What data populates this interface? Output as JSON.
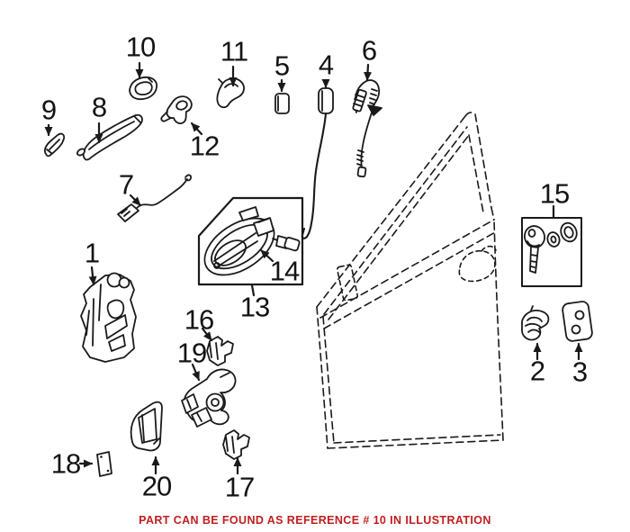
{
  "diagram": {
    "background_color": "#ffffff",
    "line_color": "#1a1a1a",
    "accent_red": "#c01e1e",
    "refs": {
      "r1": "1",
      "r2": "2",
      "r3": "3",
      "r4": "4",
      "r5": "5",
      "r6": "6",
      "r7": "7",
      "r8": "8",
      "r9": "9",
      "r10": "10",
      "r11": "11",
      "r12": "12",
      "r13": "13",
      "r14": "14",
      "r15": "15",
      "r16": "16",
      "r17": "17",
      "r18": "18",
      "r19": "19",
      "r20": "20"
    }
  },
  "caption": {
    "text": "PART CAN BE FOUND AS REFERENCE # 10 IN ILLUSTRATION"
  }
}
